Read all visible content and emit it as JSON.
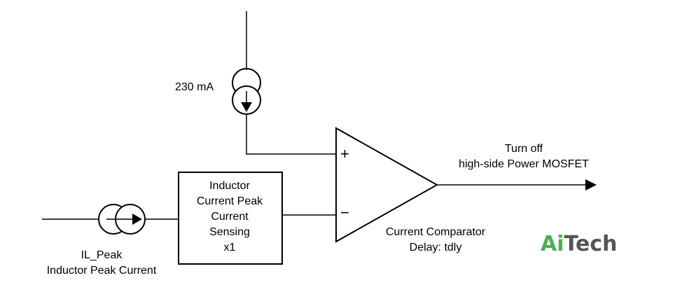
{
  "diagram": {
    "source_label": "230 mA",
    "inductor_current": {
      "line1": "IL_Peak",
      "line2": "Inductor Peak Current"
    },
    "sensing_block": {
      "line1": "Inductor",
      "line2": "Current Peak",
      "line3": "Current",
      "line4": "Sensing",
      "line5": "x1"
    },
    "comparator": {
      "plus_sign": "+",
      "minus_sign": "−",
      "line1": "Current Comparator",
      "line2": "Delay: tdly"
    },
    "output": {
      "line1": "Turn off",
      "line2": "high-side Power MOSFET"
    }
  },
  "logo": {
    "text_a": "Ai",
    "text_b": "Tech",
    "color_a": "#4caf50",
    "color_b": "#555555"
  }
}
